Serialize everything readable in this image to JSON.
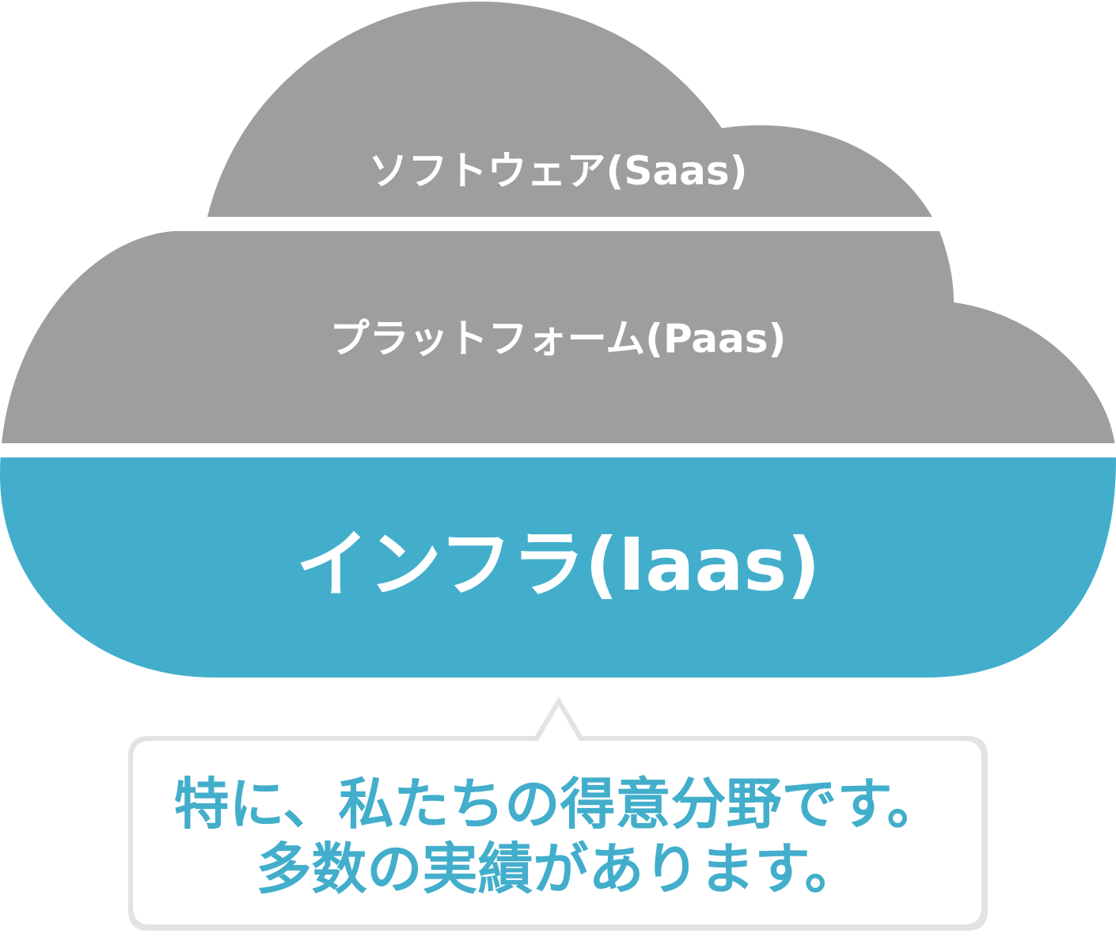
{
  "layers": [
    {
      "id": "saas",
      "label": "ソフトウェア(Saas)",
      "color": "#9e9e9e"
    },
    {
      "id": "paas",
      "label": "プラットフォーム(Paas)",
      "color": "#9e9e9e"
    },
    {
      "id": "iaas",
      "label": "インフラ(Iaas)",
      "color": "#42aecb"
    }
  ],
  "callout": {
    "line1": "特に、私たちの得意分野です。",
    "line2": "多数の実績があります。",
    "text_color": "#42aecb",
    "background": "#ffffff",
    "shadow": "#e3e3e3"
  },
  "label_color": "#ffffff",
  "gap_color": "#ffffff"
}
